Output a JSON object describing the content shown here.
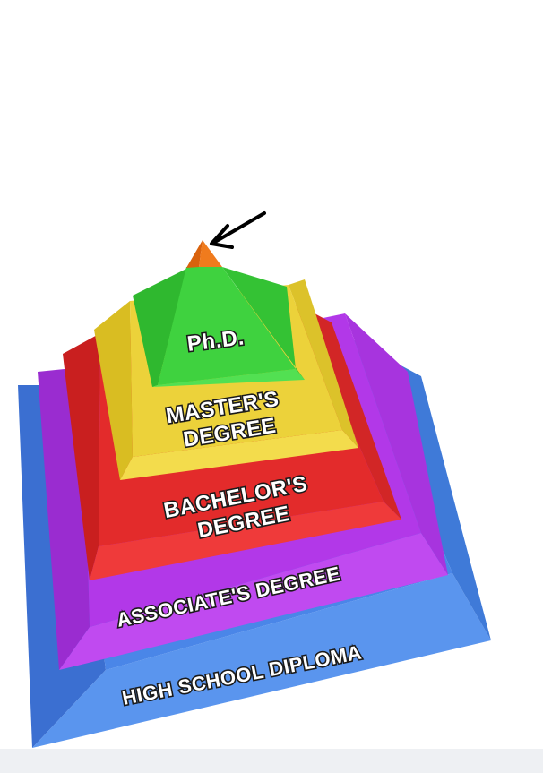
{
  "diagram": {
    "levels": [
      {
        "id": "phd",
        "label_lines": [
          "Ph.D."
        ],
        "color": "#3fd23f"
      },
      {
        "id": "masters",
        "label_lines": [
          "MASTER'S",
          "DEGREE"
        ],
        "color": "#ecd23a"
      },
      {
        "id": "bachelors",
        "label_lines": [
          "BACHELOR'S",
          "DEGREE"
        ],
        "color": "#e32b2b"
      },
      {
        "id": "associates",
        "label_lines": [
          "ASSOCIATE'S DEGREE"
        ],
        "color": "#b238e8"
      },
      {
        "id": "high_school",
        "label_lines": [
          "HIGH SCHOOL DIPLOMA"
        ],
        "color": "#4a86e8"
      }
    ],
    "apex_color": "#f07b1d",
    "arrow_color": "#000000"
  }
}
